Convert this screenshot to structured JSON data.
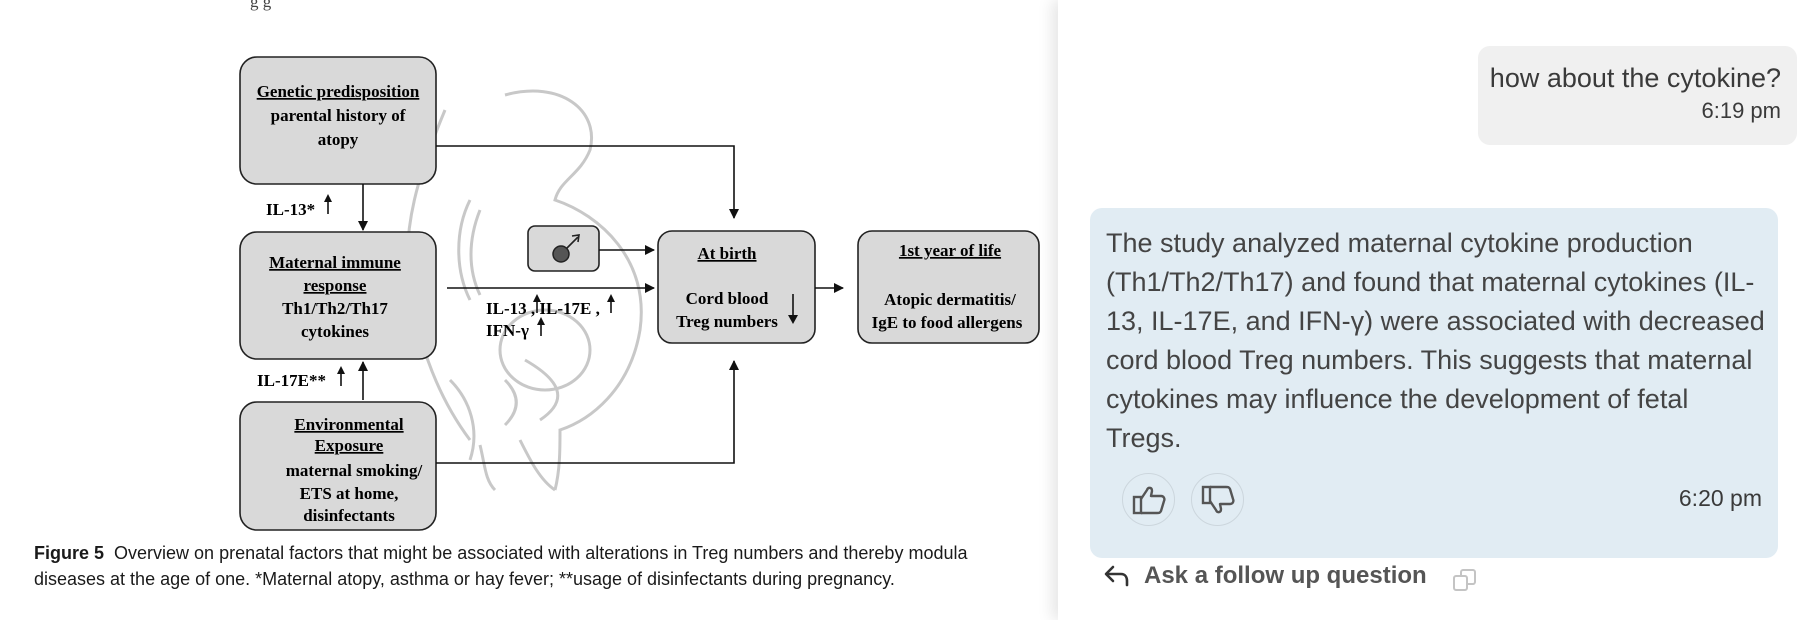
{
  "document": {
    "top_text_fragment": "g                     g",
    "figure": {
      "boxes": {
        "genetic": {
          "title": "Genetic predisposition",
          "lines": [
            "parental history of",
            "atopy"
          ]
        },
        "maternal": {
          "title_lines": [
            "Maternal immune",
            "response"
          ],
          "lines": [
            "Th1/Th2/Th17",
            "cytokines"
          ]
        },
        "environmental": {
          "title_lines": [
            "Environmental",
            "Exposure"
          ],
          "lines": [
            "maternal smoking/",
            "ETS at home,",
            "disinfectants"
          ]
        },
        "birth": {
          "title": "At birth",
          "lines": [
            "Cord blood",
            "Treg numbers"
          ]
        },
        "first_year": {
          "title": "1st year of  life",
          "lines": [
            "Atopic dermatitis/",
            "IgE to food allergens"
          ]
        }
      },
      "labels": {
        "il13": "IL-13*",
        "il17": "IL-17E**",
        "cytokines_line1": "IL-13   , IL-17E   ,",
        "cytokines_line2": "IFN-γ"
      },
      "icons": {
        "fetus": "fetus-icon",
        "male": "male-symbol-icon"
      }
    },
    "caption": {
      "label": "Figure 5",
      "line1": "Overview on prenatal factors that might be associated with alterations in Treg numbers and thereby modula",
      "line2": "diseases at the age of one. *Maternal atopy, asthma or hay fever; **usage of disinfectants during pregnancy."
    }
  },
  "chat": {
    "user_message": {
      "text": "how about the cytokine?",
      "time": "6:19 pm"
    },
    "assistant_message": {
      "text": "The study analyzed maternal cytokine production (Th1/Th2/Th17) and found that maternal cytokines (IL-13, IL-17E, and IFN-γ) were associated with decreased cord blood Treg numbers. This suggests that maternal cytokines may influence the development of fetal Tregs.",
      "time": "6:20 pm"
    },
    "feedback": {
      "like_icon": "thumbs-up-icon",
      "dislike_icon": "thumbs-down-icon"
    },
    "follow_up": {
      "label": "Ask a follow up question",
      "icon": "reply-arrow-icon",
      "copy_icon": "copy-icon"
    }
  },
  "colors": {
    "panel_bg": "#ffffff",
    "assistant_bubble": "#e1ecf3",
    "user_bubble": "#f0f0f0",
    "box_fill": "#d9d9d9"
  }
}
